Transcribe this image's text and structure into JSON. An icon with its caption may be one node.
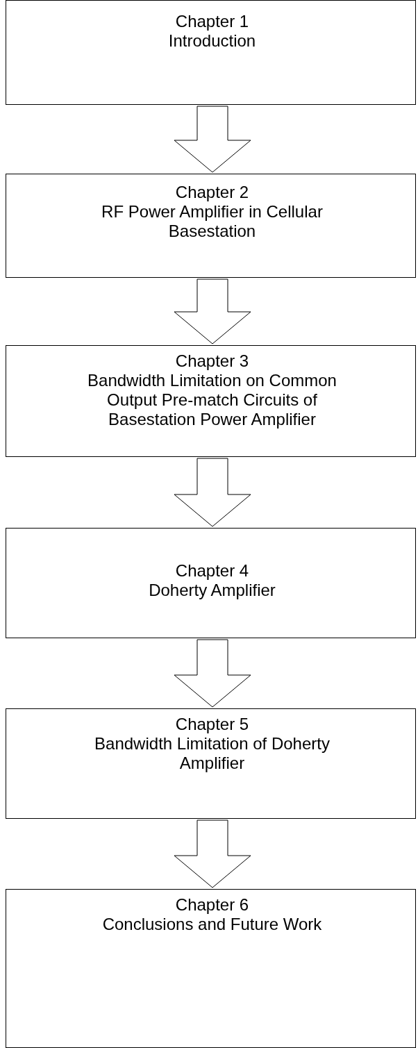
{
  "diagram": {
    "nodes": [
      {
        "text": [
          "Chapter 1",
          "Introduction"
        ]
      },
      {
        "text": [
          "Chapter 2",
          "RF Power Amplifier in Cellular Basestation"
        ]
      },
      {
        "text": [
          "Chapter 3",
          "Bandwidth Limitation on Common Output Pre-match Circuits of Basestation Power Amplifier"
        ]
      },
      {
        "text": [
          "Chapter 4",
          "Doherty Amplifier"
        ]
      },
      {
        "text": [
          "Chapter 5",
          "Bandwidth Limitation of Doherty Amplifier"
        ]
      },
      {
        "text": [
          "Chapter 6",
          "Conclusions and Future Work"
        ]
      }
    ],
    "edges": [
      {
        "from": 0,
        "to": 1,
        "arrow": "to"
      },
      {
        "from": 1,
        "to": 2,
        "arrow": "to"
      },
      {
        "from": 2,
        "to": 3,
        "arrow": "to"
      },
      {
        "from": 3,
        "to": 4,
        "arrow": "to"
      },
      {
        "from": 4,
        "to": 5,
        "arrow": "to"
      }
    ]
  }
}
